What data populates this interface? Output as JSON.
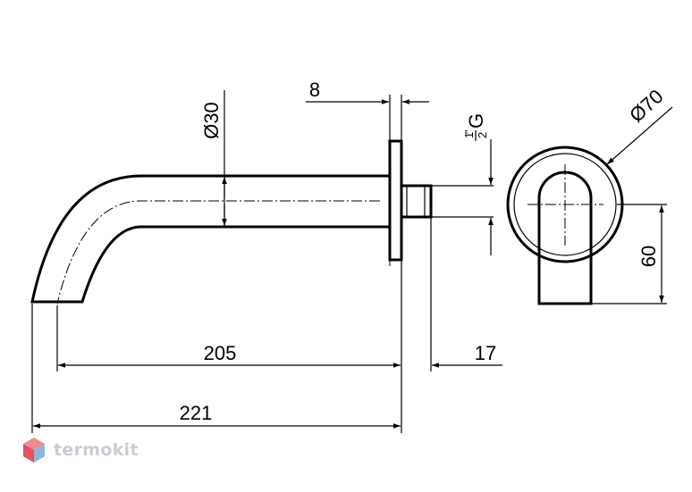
{
  "dimensions": {
    "d30": "Ø30",
    "w8": "8",
    "thread": "G",
    "thread_frac_num": "1",
    "thread_frac_den": "2",
    "thread_inch": "\"",
    "d70": "Ø70",
    "h60": "60",
    "l205": "205",
    "l17": "17",
    "l221": "221"
  },
  "watermark": {
    "text": "termokit",
    "colors": [
      "#e8505b",
      "#6b9bd2",
      "#c9ccd2"
    ]
  }
}
